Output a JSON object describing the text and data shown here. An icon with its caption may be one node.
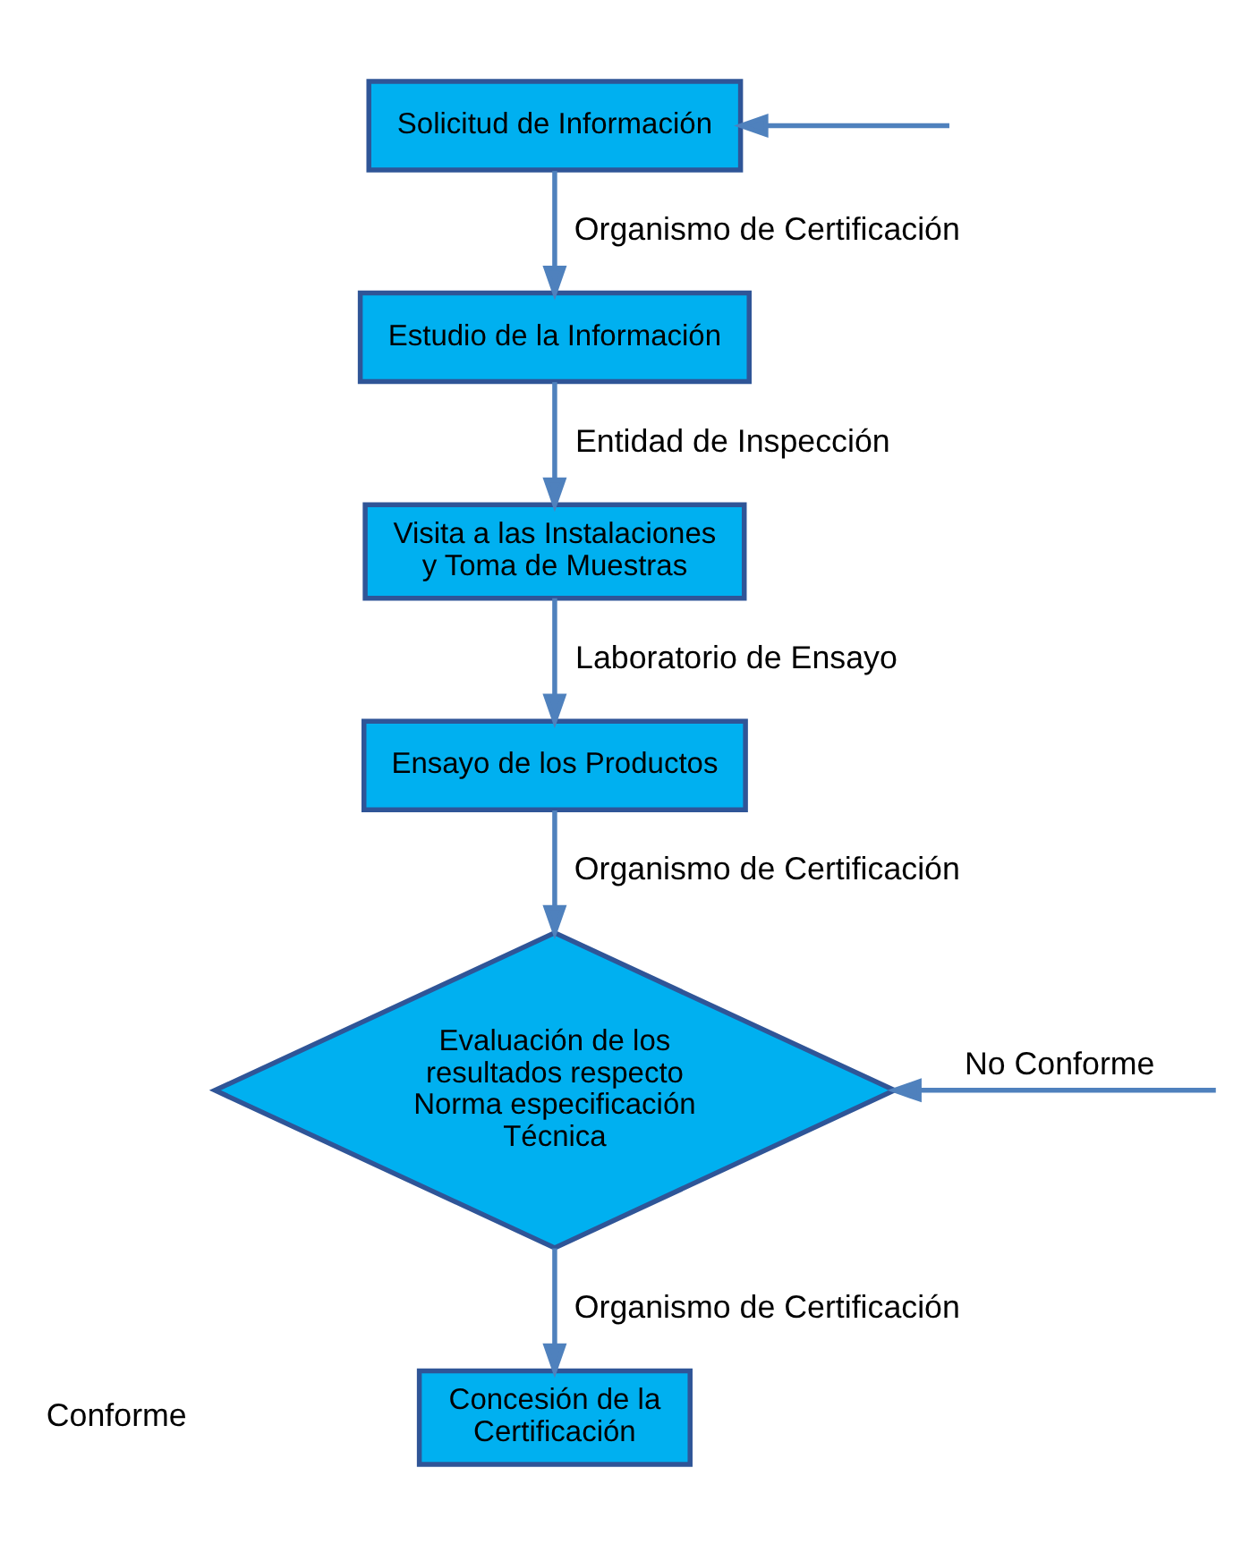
{
  "diagram": {
    "nodes": [
      {
        "text": [
          "Solicitud de Información"
        ]
      },
      {
        "text": [
          "Estudio de la Información"
        ]
      },
      {
        "text": [
          "Visita a las Instalaciones y Toma de Muestras"
        ]
      },
      {
        "text": [
          "Ensayo de los Productos"
        ]
      },
      {
        "text": [
          "Evaluación de los resultados respecto Norma especificación Técnica"
        ]
      },
      {
        "text": [
          "Concesión de la Certificación"
        ]
      }
    ],
    "edges": [
      {
        "from": 0,
        "to": 1,
        "arrow": "to",
        "label": "Organismo de Certificación"
      },
      {
        "from": 1,
        "to": 2,
        "arrow": "to",
        "label": "Entidad de Inspección"
      },
      {
        "from": 2,
        "to": 3,
        "arrow": "to",
        "label": "Laboratorio de Ensayo"
      },
      {
        "from": 3,
        "to": 4,
        "arrow": "to",
        "label": "Organismo de Certificación"
      },
      {
        "from": 4,
        "to": 5,
        "arrow": "to",
        "label": "Organismo de Certificación"
      },
      {
        "from": null,
        "to": 0,
        "arrow": "to"
      },
      {
        "from": null,
        "to": 4,
        "arrow": "to",
        "label": "No Conforme"
      }
    ],
    "labels": [
      "Conforme"
    ]
  }
}
